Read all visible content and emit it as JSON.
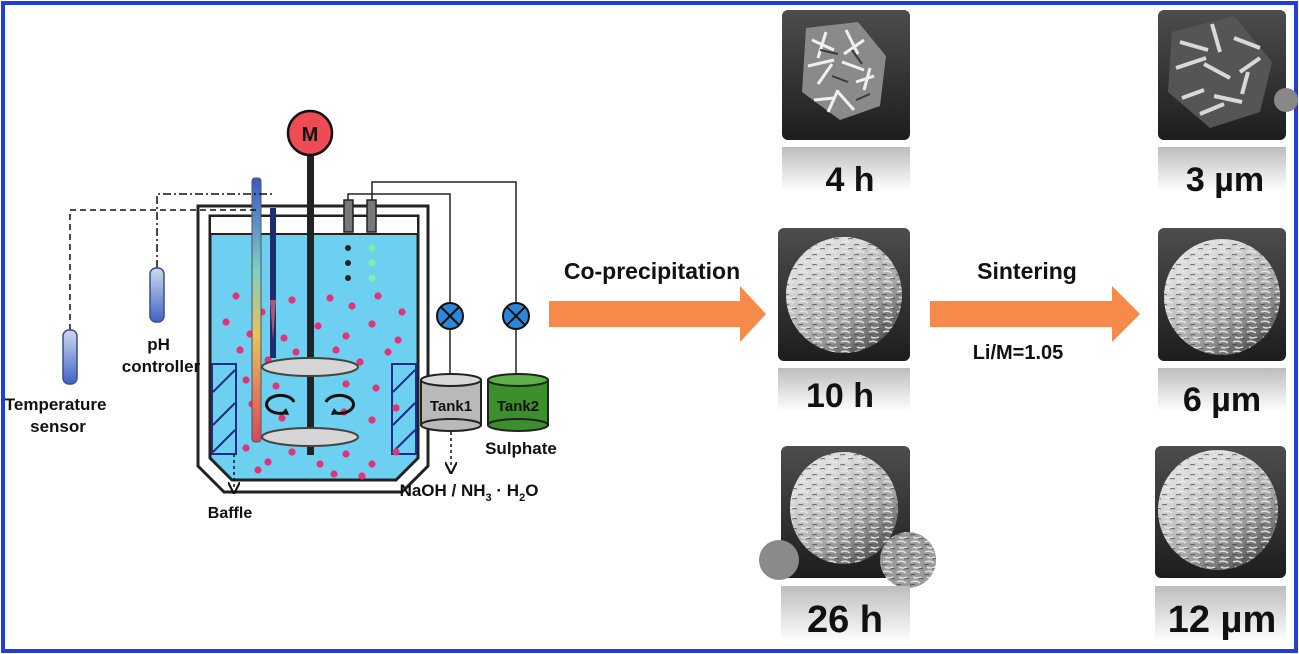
{
  "motor_label": "M",
  "labels": {
    "temperature_sensor": [
      "Temperature",
      "sensor"
    ],
    "ph_controller": [
      "pH",
      "controller"
    ],
    "baffle": "Baffle",
    "tank1": "Tank1",
    "tank2": "Tank2",
    "sulphate": "Sulphate",
    "naoh_main": "NaOH / NH",
    "naoh_sub3": "3",
    "naoh_dot": " · H",
    "naoh_sub2": "2",
    "naoh_o": "O"
  },
  "arrows": {
    "coprecipitation": "Co-precipitation",
    "sintering": "Sintering",
    "ratio": "Li/M=1.05"
  },
  "time_panels": [
    {
      "label": "4 h",
      "morphology": "platelet-aggregate"
    },
    {
      "label": "10 h",
      "morphology": "spherical-porous"
    },
    {
      "label": "26 h",
      "morphology": "spherical-dense"
    }
  ],
  "size_panels": [
    {
      "label": "3 µm",
      "morphology": "platelet-aggregate"
    },
    {
      "label": "6 µm",
      "morphology": "spherical-porous"
    },
    {
      "label": "12 µm",
      "morphology": "spherical-dense"
    }
  ],
  "colors": {
    "frame": "#1f3fd6",
    "solution": "#6ed0f0",
    "particle": "#e2327a",
    "motor": "#ef4b55",
    "valve": "#2f86d6",
    "tank1": "#b9b9b9",
    "tank2": "#3b8f2c",
    "arrow": "#f58a4b"
  }
}
